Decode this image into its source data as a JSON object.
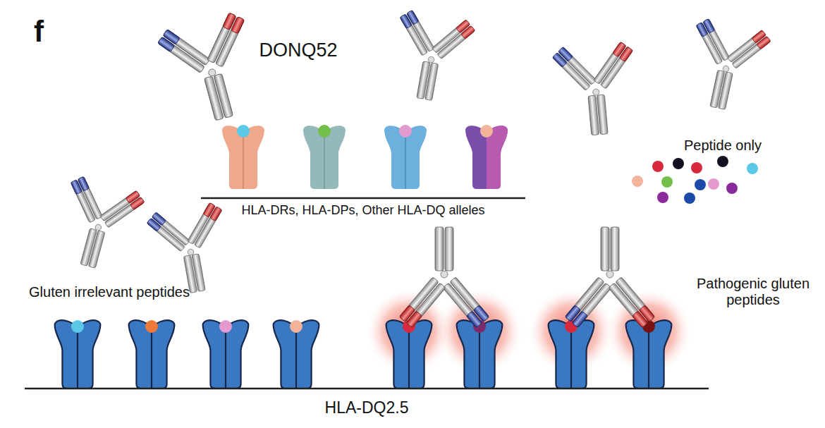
{
  "diagram": {
    "labels": [
      "f",
      "DONQ52",
      "HLA-DRs, HLA-DPs, Other HLA-DQ alleles",
      "Peptide only",
      "Gluten irrelevant peptides",
      "Pathogenic gluten peptides",
      "HLA-DQ2.5"
    ]
  }
}
